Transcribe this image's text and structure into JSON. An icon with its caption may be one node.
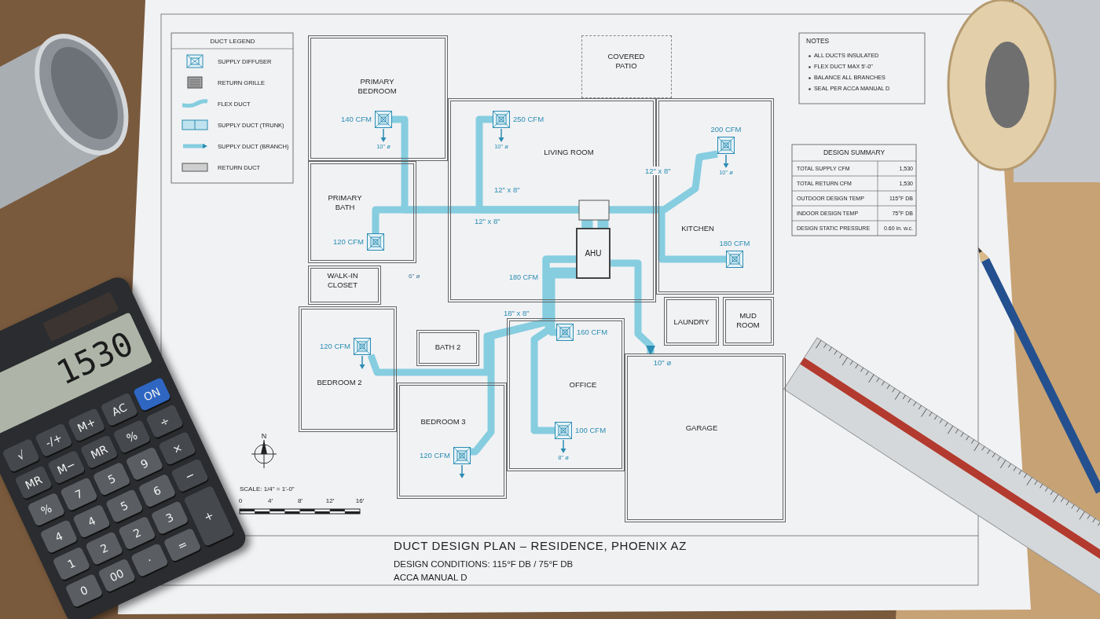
{
  "diagram": {
    "title": "DUCT DESIGN PLAN – RESIDENCE, PHOENIX AZ",
    "nodes": [
      {
        "text": [
          "PRIMARY BEDROOM"
        ]
      },
      {
        "text": [],
        "shape": "box",
        "in": 0,
        "beside": [
          "140 CFM",
          "10\" ø"
        ]
      },
      {
        "text": [
          "COVERED PATIO"
        ]
      },
      {
        "text": [
          "LIVING ROOM"
        ]
      },
      {
        "text": [],
        "shape": "box",
        "in": 3,
        "beside": [
          "250 CFM",
          "10\" ø"
        ]
      },
      {
        "text": [
          "AHU"
        ],
        "in": 3
      },
      {
        "text": [
          "KITCHEN"
        ]
      },
      {
        "text": [],
        "shape": "box",
        "in": 6,
        "beside": [
          "200 CFM",
          "10\" ø"
        ]
      },
      {
        "text": [],
        "shape": "box",
        "in": 6,
        "beside": [
          "180 CFM"
        ]
      },
      {
        "text": [
          "PRIMARY BATH"
        ]
      },
      {
        "text": [],
        "shape": "box",
        "in": 9,
        "beside": [
          "120 CFM"
        ]
      },
      {
        "text": [
          "WALK-IN CLOSET"
        ]
      },
      {
        "text": [
          "LAUNDRY"
        ]
      },
      {
        "text": [
          "MUD ROOM"
        ]
      },
      {
        "text": [
          "BEDROOM 2"
        ]
      },
      {
        "text": [],
        "shape": "box",
        "in": 14,
        "beside": [
          "120 CFM"
        ]
      },
      {
        "text": [
          "OFFICE"
        ]
      },
      {
        "text": [],
        "shape": "box",
        "in": 16,
        "beside": [
          "160 CFM"
        ]
      },
      {
        "text": [],
        "shape": "box",
        "in": 16,
        "beside": [
          "100 CFM",
          "8\" ø"
        ]
      },
      {
        "text": [
          "BATH 2"
        ]
      },
      {
        "text": [
          "BEDROOM 3"
        ]
      },
      {
        "text": [],
        "shape": "box",
        "in": 20,
        "beside": [
          "120 CFM"
        ]
      },
      {
        "text": [
          "GARAGE"
        ]
      }
    ],
    "edges": [
      {
        "from": 5,
        "to": 1,
        "arrow": "none"
      },
      {
        "from": 5,
        "to": 4,
        "arrow": "none",
        "label": "12\" x 8\""
      },
      {
        "from": 5,
        "to": 10,
        "arrow": "none",
        "label": "12\" x 8\""
      },
      {
        "from": 5,
        "to": 7,
        "arrow": "none",
        "label": "12\" x 8\""
      },
      {
        "from": 5,
        "to": 8,
        "arrow": "none"
      },
      {
        "from": 5,
        "to": 15,
        "arrow": "none",
        "label": "18\" x 8\""
      },
      {
        "from": 5,
        "to": 21,
        "arrow": "none"
      },
      {
        "from": 5,
        "to": 17,
        "arrow": "none"
      },
      {
        "from": 5,
        "to": 18,
        "arrow": "none"
      },
      {
        "from": 5,
        "to": 22,
        "arrow": "to",
        "label": "10\" ø"
      }
    ],
    "labels": [
      "DUCT LEGEND",
      "NOTES",
      "ALL DUCTS INSULATED",
      "FLEX DUCT MAX 5'-0\"",
      "BALANCE ALL BRANCHES",
      "SEAL PER ACCA MANUAL D",
      "DESIGN SUMMARY",
      "TOTAL SUPPLY CFM",
      "1,530",
      "TOTAL RETURN CFM",
      "1,530",
      "OUTDOOR DESIGN TEMP",
      "115°F DB",
      "INDOOR DESIGN TEMP",
      "75°F DB",
      "DESIGN STATIC PRESSURE",
      "0.60 in. w.c.",
      "6\" ø",
      "180 CFM",
      "N",
      "SCALE: 1/4\" = 1'-0\"",
      "0",
      "4′",
      "8′",
      "12′",
      "16′",
      "DESIGN CONDITIONS: 115°F DB / 75°F DB",
      "ACCA MANUAL D",
      "1530",
      "√",
      "-/+",
      "M+",
      "AC",
      "ON",
      "MR",
      "M−",
      "MR",
      "%",
      "÷",
      "%",
      "7",
      "5",
      "9",
      "×",
      "4",
      "4",
      "5",
      "6",
      "−",
      "1",
      "2",
      "2",
      "3",
      "+",
      "0",
      "00",
      "·",
      "="
    ],
    "legend": [
      {
        "text": "SUPPLY DIFFUSER"
      },
      {
        "text": "RETURN GRILLE"
      },
      {
        "text": "FLEX DUCT"
      },
      {
        "text": "SUPPLY DUCT (TRUNK)"
      },
      {
        "text": "SUPPLY DUCT (BRANCH)"
      },
      {
        "text": "RETURN DUCT"
      }
    ]
  }
}
